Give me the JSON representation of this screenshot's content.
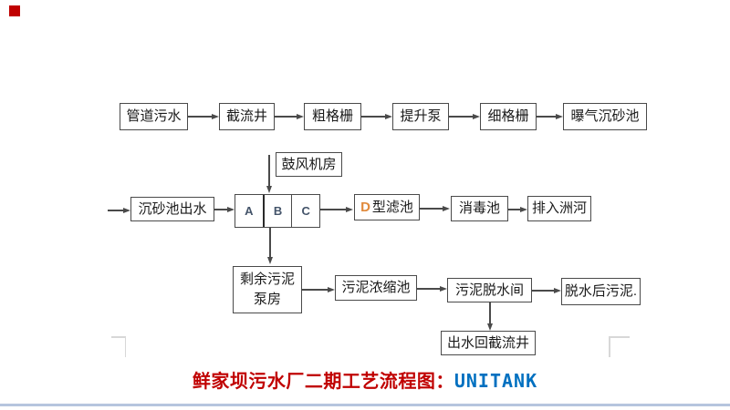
{
  "window": {
    "marker_color": "#C00000"
  },
  "flowchart": {
    "row1": {
      "pipeline_sewage": "管道污水",
      "intercept_well": "截流井",
      "coarse_screen": "粗格栅",
      "lift_pump": "提升泵",
      "fine_screen": "细格栅",
      "aerated_grit_chamber": "曝气沉砂池"
    },
    "row2": {
      "blower_room": "鼓风机房",
      "grit_chamber_outlet": "沉砂池出水",
      "unitank_cells": {
        "a": "A",
        "b": "B",
        "c": "C"
      },
      "d_filter": {
        "prefix": "D",
        "suffix": "型滤池"
      },
      "disinfection_tank": "消毒池",
      "discharge_river": "排入洲河"
    },
    "row3": {
      "surplus_sludge_pump_line1": "剩余污泥",
      "surplus_sludge_pump_line2": "泵房",
      "sludge_thickening_tank": "污泥浓缩池",
      "sludge_dewatering_room": "污泥脱水间",
      "dewatered_sludge": "脱水后污泥.",
      "return_to_intercept_well": "出水回截流井"
    },
    "colors": {
      "box_border": "#4a4a4a",
      "cell_letter_color": "#44546A",
      "d_prefix_color": "#E08A3C"
    }
  },
  "caption": {
    "title_cn": "鲜家坝污水厂二期工艺流程图：",
    "title_en": "UNITANK",
    "color_cn": "#C00000",
    "color_en": "#0070C0"
  },
  "page": {
    "corner_mark_color": "#D8D8D8",
    "bottom_rule_color": "#B6C5DE"
  }
}
